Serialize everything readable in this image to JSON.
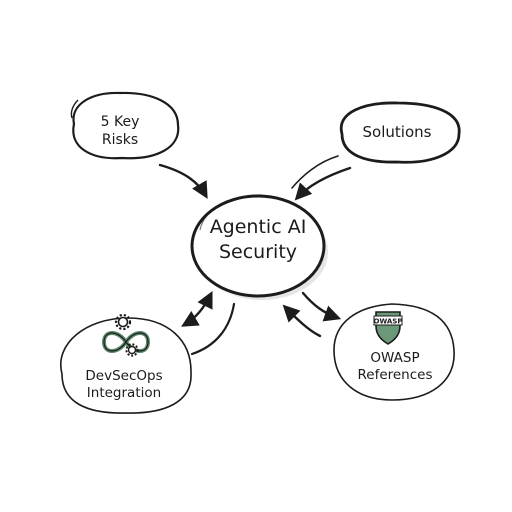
{
  "center": {
    "line1": "Agentic AI",
    "line2": "Security"
  },
  "nodes": {
    "risks": {
      "line1": "5 Key",
      "line2": "Risks"
    },
    "solutions": {
      "label": "Solutions"
    },
    "devsecops": {
      "line1": "DevSecOps",
      "line2": "Integration"
    },
    "owasp": {
      "line1": "OWASP",
      "line2": "References",
      "badge": "OWASP"
    }
  },
  "icons": {
    "devsecops": "infinity-gears-icon",
    "owasp": "shield-icon"
  },
  "colors": {
    "ink": "#1c1c1c",
    "accent_green": "#5e8a6e",
    "badge_green": "#6a9878"
  }
}
